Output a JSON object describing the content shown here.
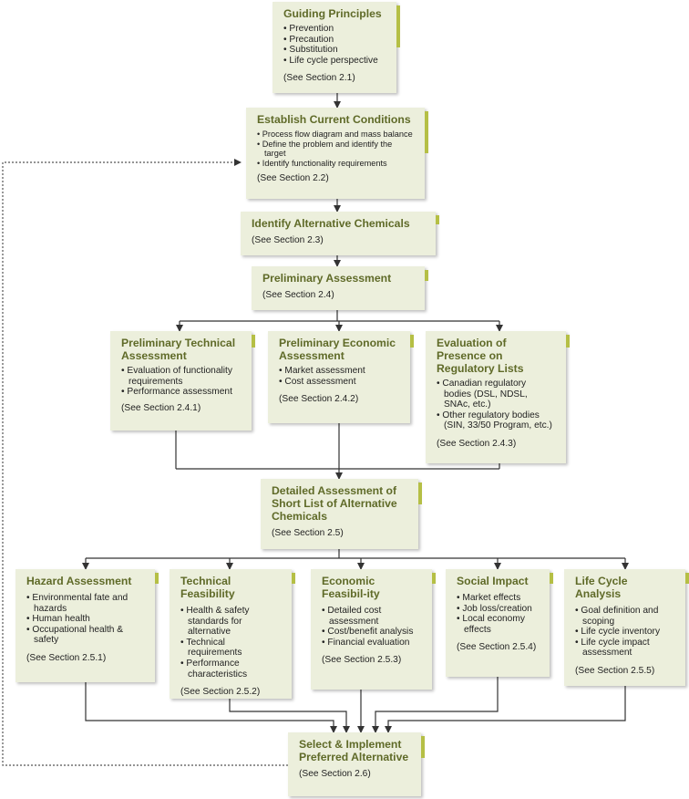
{
  "nodes": {
    "guiding": {
      "title": "Guiding Principles",
      "items": [
        "Prevention",
        "Precaution",
        "Substitution",
        "Life cycle perspective"
      ],
      "ref": "(See Section 2.1)"
    },
    "current": {
      "title": "Establish Current Conditions",
      "items": [
        "Process flow diagram and mass balance",
        "Define the problem and identify the target",
        "Identify functionality requirements"
      ],
      "ref": "(See Section 2.2)"
    },
    "alternatives": {
      "title": "Identify Alternative Chemicals",
      "ref": "(See Section 2.3)"
    },
    "preliminary": {
      "title": "Preliminary Assessment",
      "ref": "(See Section 2.4)"
    },
    "prelim_technical": {
      "title": "Preliminary Technical Assessment",
      "items": [
        "Evaluation of functionality requirements",
        "Performance assessment"
      ],
      "ref": "(See Section 2.4.1)"
    },
    "prelim_economic": {
      "title": "Preliminary Economic Assessment",
      "items": [
        "Market assessment",
        "Cost assessment"
      ],
      "ref": "(See Section 2.4.2)"
    },
    "regulatory": {
      "title": "Evaluation of Presence on Regulatory Lists",
      "items": [
        "Canadian regulatory bodies (DSL, NDSL, SNAc, etc.)",
        "Other regulatory bodies (SIN, 33/50 Program, etc.)"
      ],
      "ref": "(See Section 2.4.3)"
    },
    "detailed": {
      "title": "Detailed Assessment of Short List of Alternative Chemicals",
      "ref": "(See Section 2.5)"
    },
    "hazard": {
      "title": "Hazard Assessment",
      "items": [
        "Environmental fate and hazards",
        "Human health",
        "Occupational health & safety"
      ],
      "ref": "(See Section 2.5.1)"
    },
    "tech_feas": {
      "title": "Technical Feasibility",
      "items": [
        "Health & safety standards for alternative",
        "Technical requirements",
        "Performance characteristics"
      ],
      "ref": "(See Section 2.5.2)"
    },
    "econ_feas": {
      "title": "Economic Feasibil-ity",
      "items": [
        "Detailed cost assessment",
        "Cost/benefit analysis",
        "Financial evaluation"
      ],
      "ref": "(See Section 2.5.3)"
    },
    "social": {
      "title": "Social Impact",
      "items": [
        "Market effects",
        "Job loss/creation",
        "Local economy effects"
      ],
      "ref": "(See Section 2.5.4)"
    },
    "lifecycle": {
      "title": "Life Cycle Analysis",
      "items": [
        "Goal definition and scoping",
        "Life cycle inventory",
        "Life cycle impact assessment"
      ],
      "ref": "(See Section 2.5.5)"
    },
    "select": {
      "title": "Select & Implement Preferred Alternative",
      "ref": "(See Section 2.6)"
    }
  }
}
